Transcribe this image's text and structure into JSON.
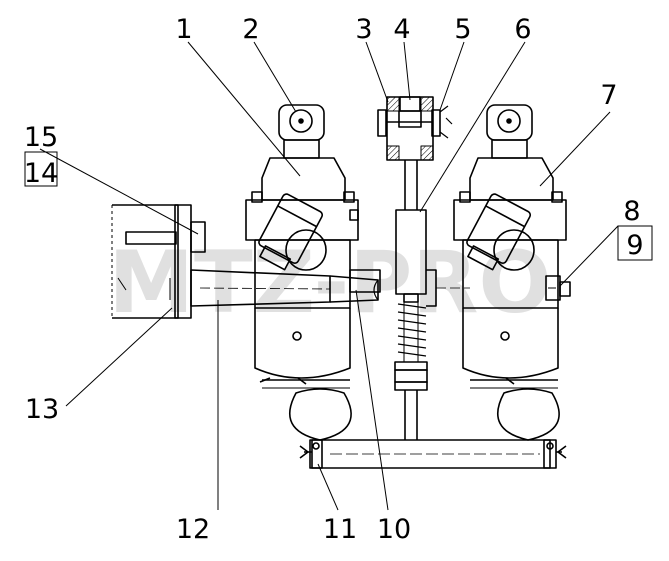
{
  "watermark": "MTZ-PRO",
  "callouts": [
    "1",
    "2",
    "3",
    "4",
    "5",
    "6",
    "7",
    "8",
    "9",
    "10",
    "11",
    "12",
    "13",
    "14",
    "15"
  ],
  "colors": {
    "ink": "#000000",
    "watermark": "#d9d9d9",
    "paper": "#ffffff"
  }
}
